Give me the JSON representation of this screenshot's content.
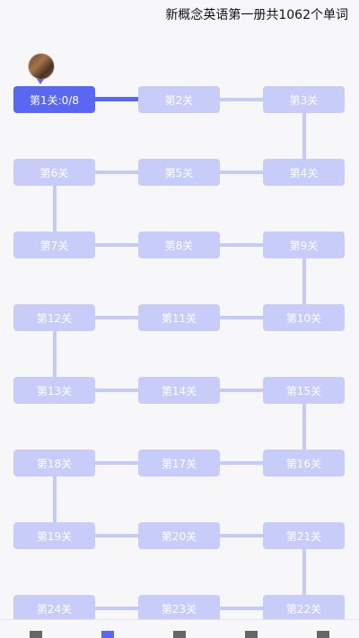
{
  "header": {
    "title": "新概念英语第一册共1062个单词"
  },
  "levels": [
    {
      "label": "第1关:0/8",
      "current": true
    },
    {
      "label": "第2关"
    },
    {
      "label": "第3关"
    },
    {
      "label": "第4关"
    },
    {
      "label": "第5关"
    },
    {
      "label": "第6关"
    },
    {
      "label": "第7关"
    },
    {
      "label": "第8关"
    },
    {
      "label": "第9关"
    },
    {
      "label": "第10关"
    },
    {
      "label": "第11关"
    },
    {
      "label": "第12关"
    },
    {
      "label": "第13关"
    },
    {
      "label": "第14关"
    },
    {
      "label": "第15关"
    },
    {
      "label": "第16关"
    },
    {
      "label": "第17关"
    },
    {
      "label": "第18关"
    },
    {
      "label": "第19关"
    },
    {
      "label": "第20关"
    },
    {
      "label": "第21关"
    },
    {
      "label": "第22关"
    },
    {
      "label": "第23关"
    },
    {
      "label": "第24关"
    }
  ],
  "progress": {
    "current_level": 1,
    "learned": 0,
    "total": 8
  },
  "colors": {
    "current": "#5a67f0",
    "locked": "#c7ccf8",
    "connector": "#c5caf6"
  },
  "tabbar": {
    "icons": [
      "home-icon",
      "words-icon",
      "study-icon",
      "video-icon",
      "profile-icon"
    ]
  }
}
